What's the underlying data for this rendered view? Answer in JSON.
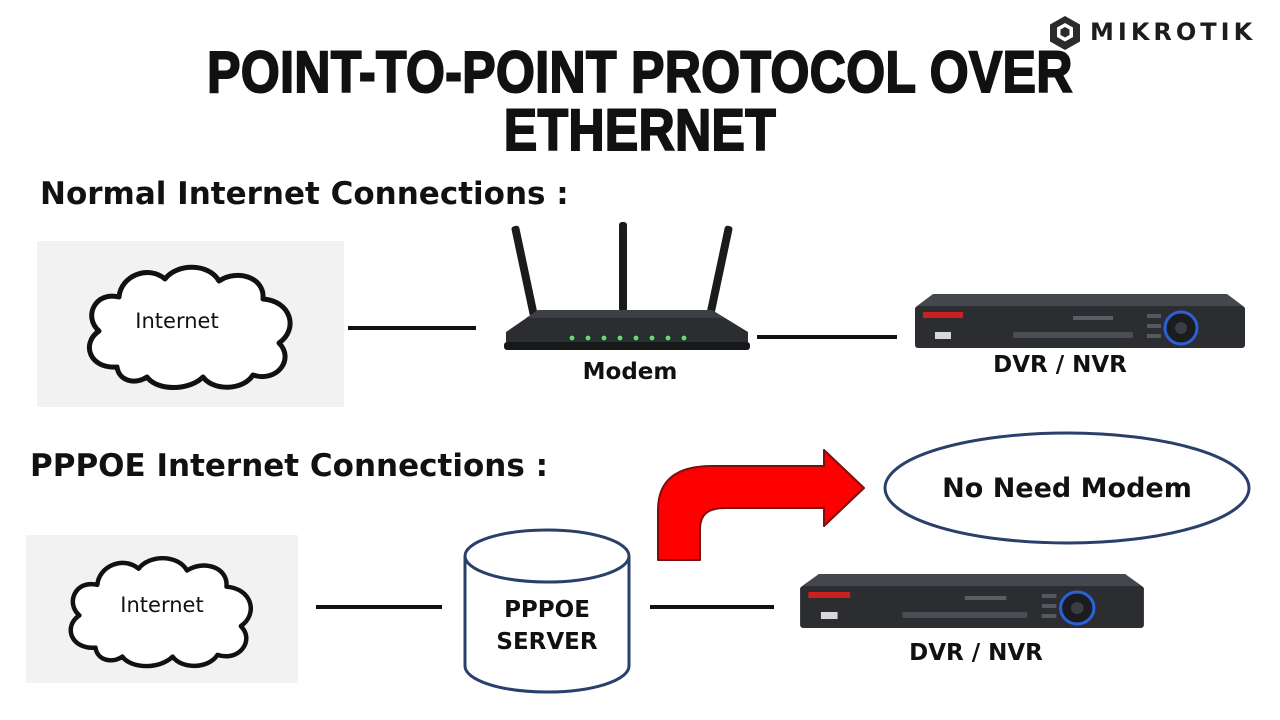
{
  "header": {
    "title": "POINT-TO-POINT PROTOCOL OVER ETHERNET",
    "brand": "MIKROTIK"
  },
  "normal": {
    "heading": "Normal Internet Connections :",
    "cloud_label": "Internet",
    "modem_label": "Modem",
    "dvr_label": "DVR / NVR"
  },
  "pppoe": {
    "heading": "PPPOE Internet Connections :",
    "cloud_label": "Internet",
    "server_label_line1": "PPPOE",
    "server_label_line2": "SERVER",
    "dvr_label": "DVR / NVR",
    "callout": "No Need Modem"
  },
  "colors": {
    "arrow": "#ff0000",
    "ellipse_stroke": "#2a3f6a",
    "cylinder_stroke": "#2a3f6a",
    "device_body": "#2b2d31",
    "led": "#5ee06a",
    "dvr_button": "#2d5fd6"
  },
  "icons": {
    "brand_logo": "mikrotik-cube-icon",
    "cloud": "cloud-icon",
    "router": "router-icon",
    "dvr": "dvr-recorder-icon",
    "server": "database-cylinder-icon",
    "arrow": "curved-arrow-icon"
  }
}
